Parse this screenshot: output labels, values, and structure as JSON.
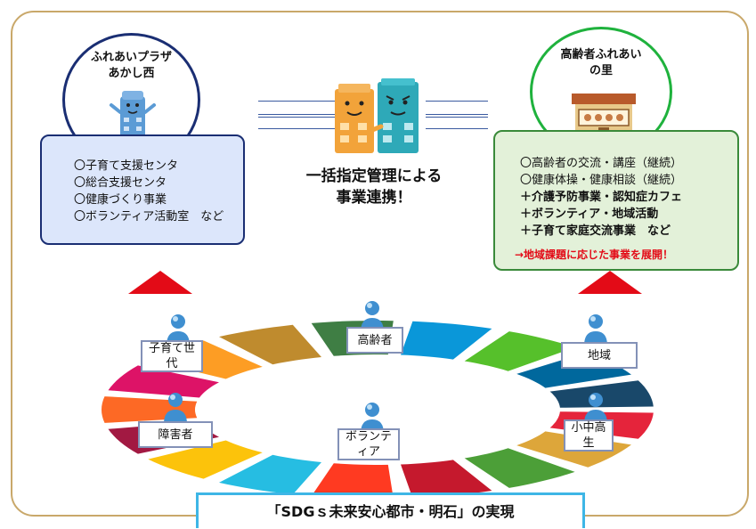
{
  "left_facility": {
    "name_lines": [
      "ふれあいプラザ",
      "あかし西"
    ],
    "items": [
      "〇子育て支援センタ",
      "〇総合支援センタ",
      "〇健康づくり事業",
      "〇ボランティア活動室　など"
    ]
  },
  "right_facility": {
    "name_lines": [
      "高齢者ふれあい",
      "の里"
    ],
    "items_continued": [
      "〇高齢者の交流・講座（継続）",
      "〇健康体操・健康相談（継続）"
    ],
    "items_new": [
      "＋介護予防事業・認知症カフェ",
      "＋ボランティア・地域活動",
      "＋子育て家庭交流事業　など"
    ],
    "note": "→地域課題に応じた事業を展開！"
  },
  "center_message_lines": [
    "一括指定管理による",
    "事業連携！"
  ],
  "groups": {
    "elderly": "高齢者",
    "parenting": "子育て世代",
    "community": "地域",
    "disabled": "障害者",
    "volunteer": "ボランティア",
    "students": "小中高生"
  },
  "goal_banner": "「SDGｓ未来安心都市・明石」の実現",
  "colors": {
    "accent_navy": "#1a2e73",
    "accent_green": "#1fb23d",
    "arrow_red": "#e30b17",
    "banner_border": "#3eb6e6",
    "sdg_wheel": [
      "#e5243b",
      "#dda63a",
      "#4c9f38",
      "#c5192d",
      "#ff3a21",
      "#26bde2",
      "#fcc30b",
      "#a21942",
      "#fd6925",
      "#dd1367",
      "#fd9d24",
      "#bf8b2e",
      "#3f7e44",
      "#0a97d9",
      "#56c02b",
      "#00689d",
      "#19486a"
    ]
  },
  "icons": [
    "building-mascot-icon",
    "elderly-care-house-icon",
    "two-buildings-mascot-icon",
    "person-icon"
  ]
}
